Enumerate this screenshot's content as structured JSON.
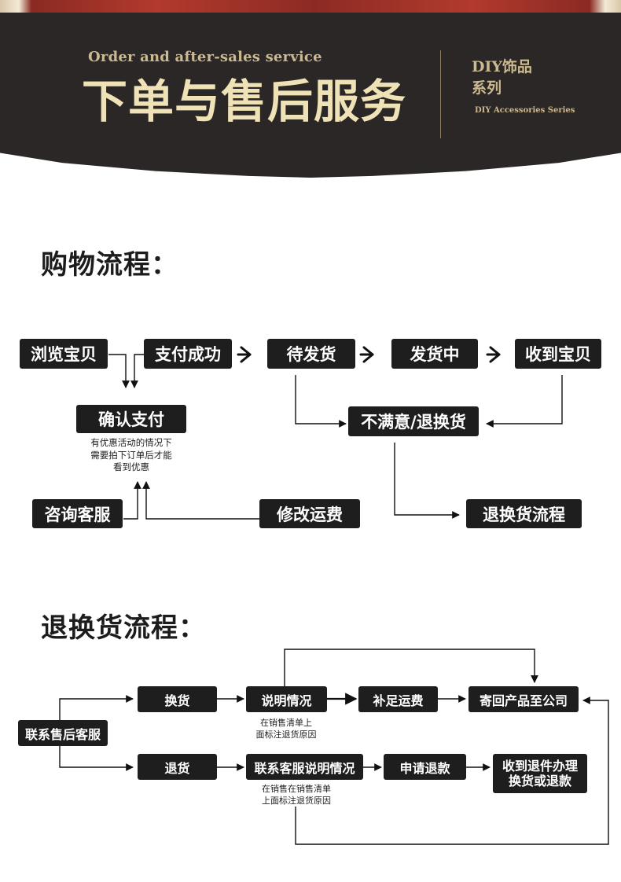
{
  "banner": {
    "subtitle_en": "Order and after-sales service",
    "title": "下单与售后服务",
    "series_line1": "DIY饰品",
    "series_line2": "系列",
    "series_en": "DIY Accessories Series"
  },
  "shopping": {
    "title": "购物流程：",
    "nodes": {
      "browse": "浏览宝贝",
      "pay": "支付成功",
      "pending_ship": "待发货",
      "shipping": "发货中",
      "received": "收到宝贝",
      "confirm_pay": "确认支付",
      "unsatisfied": "不满意/退换货",
      "consult": "咨询客服",
      "modify_shipping": "修改运费",
      "return_process": "退换货流程"
    },
    "note": "有优惠活动的情况下\n需要拍下订单后才能\n看到优惠"
  },
  "returns": {
    "title": "退换货流程：",
    "nodes": {
      "contact": "联系售后客服",
      "exchange": "换货",
      "explain": "说明情况",
      "pay_shipping": "补足运费",
      "send_back": "寄回产品至公司",
      "refund": "退货",
      "contact_explain": "联系客服说明情况",
      "apply_refund": "申请退款",
      "receive_line1": "收到退件办理",
      "receive_line2": "换货或退款"
    },
    "note_exchange": "在销售清单上\n面标注退货原因",
    "note_refund": "在销售在销售清单\n上面标注退货原因"
  }
}
